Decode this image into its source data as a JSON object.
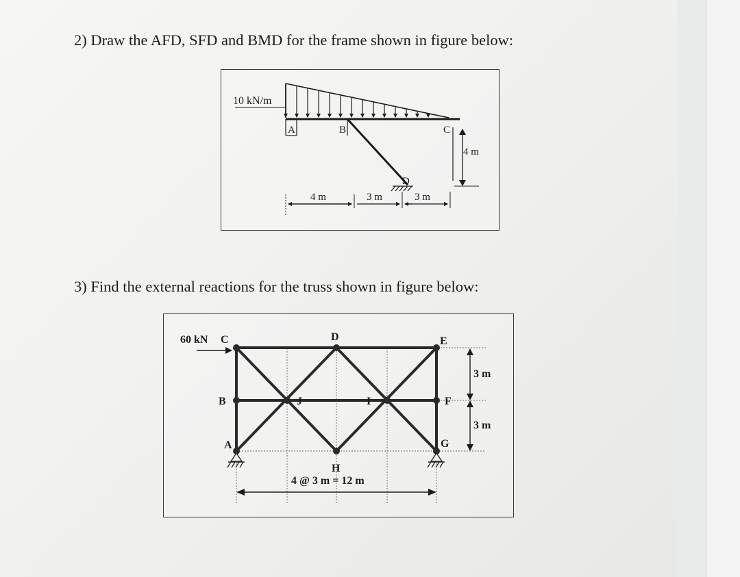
{
  "questions": {
    "q2": "2)  Draw the AFD, SFD and BMD for the frame shown in figure below:",
    "q3": "3)  Find the external reactions for the truss shown in figure below:"
  },
  "frame_figure": {
    "load_label": "10 kN/m",
    "nodes": {
      "A": "A",
      "B": "B",
      "C": "C",
      "D": "D"
    },
    "dims": {
      "ab": "4 m",
      "bd": "3 m",
      "dc": "3 m",
      "height": "4 m"
    }
  },
  "truss_figure": {
    "load_label": "60 kN",
    "nodes": {
      "A": "A",
      "B": "B",
      "C": "C",
      "D": "D",
      "E": "E",
      "F": "F",
      "G": "G",
      "H": "H",
      "I": "I",
      "J": "J"
    },
    "dims": {
      "span": "4 @ 3 m = 12 m",
      "upper": "3 m",
      "lower": "3 m"
    }
  }
}
